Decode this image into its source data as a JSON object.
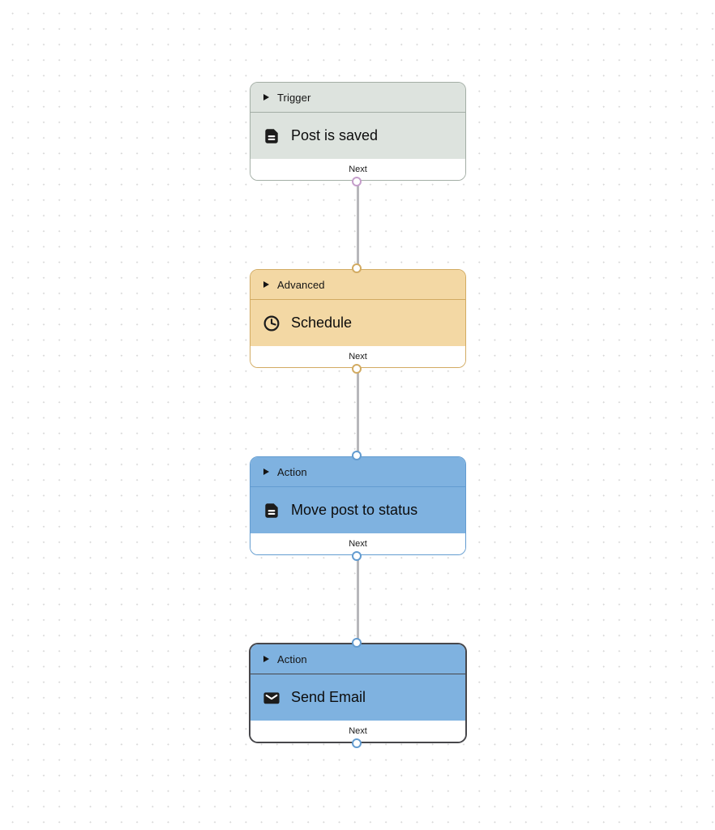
{
  "canvas": {
    "background_dot_color": "#d7d7d7",
    "edge_color": "#b7b7bb",
    "nodes": [
      {
        "id": "trigger-post-is-saved",
        "category": "Trigger",
        "label": "Post is saved",
        "icon": "document-icon",
        "footer_port": "Next",
        "selected": false,
        "colors": {
          "fill": "#dde3de",
          "border": "#a3aea5",
          "handle": "#c59ecb"
        }
      },
      {
        "id": "advanced-schedule",
        "category": "Advanced",
        "label": "Schedule",
        "icon": "clock-icon",
        "footer_port": "Next",
        "selected": false,
        "colors": {
          "fill": "#f3d8a4",
          "border": "#d2ab62",
          "handle": "#d2ab62"
        }
      },
      {
        "id": "action-move-post-to-status",
        "category": "Action",
        "label": "Move post to status",
        "icon": "document-icon",
        "footer_port": "Next",
        "selected": false,
        "colors": {
          "fill": "#7fb2e0",
          "border": "#639cd0",
          "handle": "#639cd0"
        }
      },
      {
        "id": "action-send-email",
        "category": "Action",
        "label": "Send Email",
        "icon": "mail-icon",
        "footer_port": "Next",
        "selected": true,
        "colors": {
          "fill": "#7fb2e0",
          "border": "#47474b",
          "handle": "#639cd0"
        }
      }
    ],
    "edges": [
      {
        "from": "trigger-post-is-saved",
        "to": "advanced-schedule"
      },
      {
        "from": "advanced-schedule",
        "to": "action-move-post-to-status"
      },
      {
        "from": "action-move-post-to-status",
        "to": "action-send-email"
      }
    ]
  }
}
